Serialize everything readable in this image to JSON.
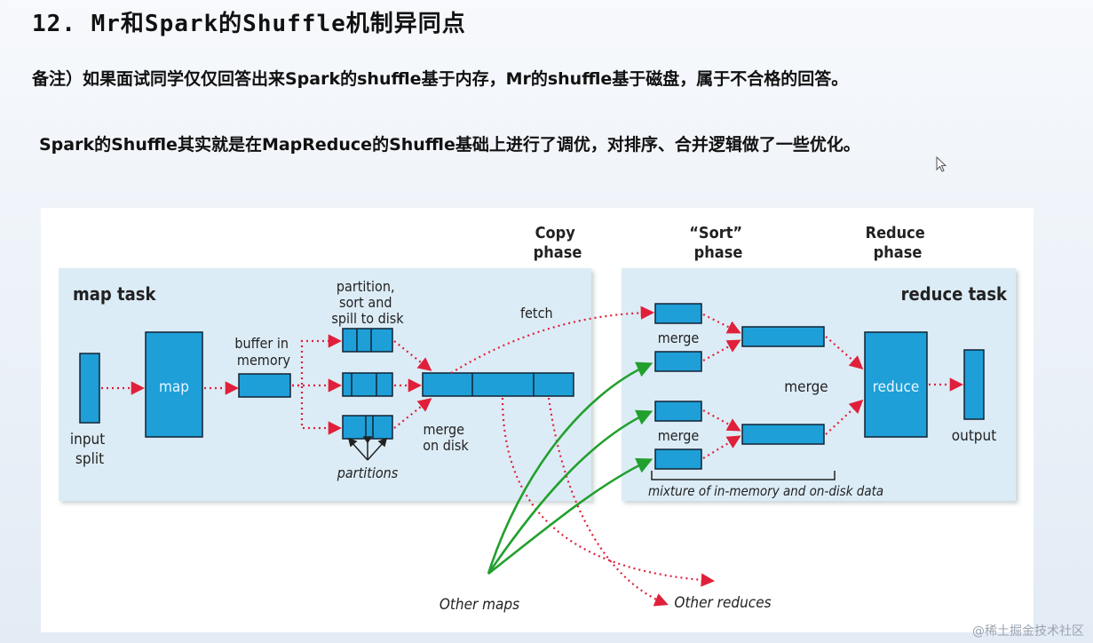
{
  "title": "12. Mr和Spark的Shuffle机制异同点",
  "note": "备注）如果面试同学仅仅回答出来Spark的shuffle基于内存，Mr的shuffle基于磁盘，属于不合格的回答。",
  "summary": "Spark的Shuffle其实就是在MapReduce的Shuffle基础上进行了调优，对排序、合并逻辑做了一些优化。",
  "diagram": {
    "phase_copy": [
      "Copy",
      "phase"
    ],
    "phase_sort": [
      "“Sort”",
      "phase"
    ],
    "phase_reduce": [
      "Reduce",
      "phase"
    ],
    "map_task": "map task",
    "reduce_task": "reduce task",
    "input_split": [
      "input",
      "split"
    ],
    "map": "map",
    "buffer": [
      "buffer in",
      "memory"
    ],
    "partition_sort_spill": [
      "partition,",
      "sort and",
      "spill to disk"
    ],
    "partitions": "partitions",
    "merge_on_disk": [
      "merge",
      "on disk"
    ],
    "fetch": "fetch",
    "merge_top": "merge",
    "merge_middle": "merge",
    "merge_bottom": "merge",
    "mixture": "mixture of in-memory and on-disk data",
    "reduce": "reduce",
    "output": "output",
    "other_maps": "Other maps",
    "other_reduces": "Other reduces"
  },
  "watermark": "@稀土掘金技术社区",
  "colors": {
    "box_fill": "#1f9fd8",
    "task_bg": "#dcecf6",
    "red_arrow": "#e0203a",
    "green_arrow": "#22a02e"
  }
}
